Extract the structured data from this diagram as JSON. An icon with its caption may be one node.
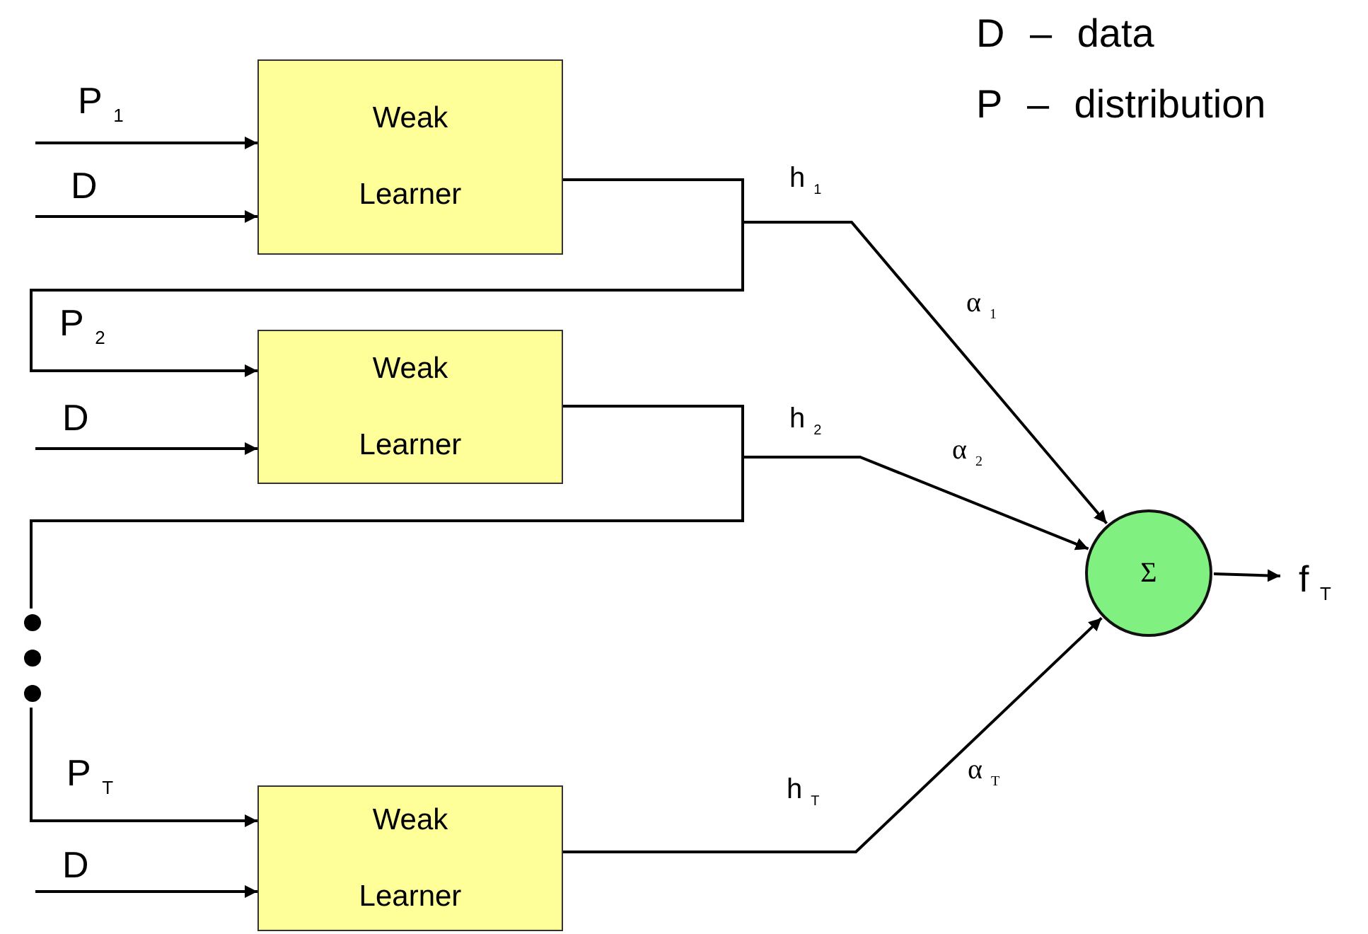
{
  "diagram": {
    "nodes": [
      {
        "text": [
          "Weak Learner"
        ]
      },
      {
        "text": [
          "Weak Learner"
        ]
      },
      {
        "text": [
          "Weak Learner"
        ]
      },
      {
        "text": [
          "Σ"
        ]
      },
      {
        "text": [],
        "shape": "ellipsis"
      }
    ],
    "edges": [
      {
        "from": null,
        "to": 0,
        "arrow": "to",
        "label": "P$_{1}$"
      },
      {
        "from": null,
        "to": 0,
        "arrow": "to",
        "label": "D"
      },
      {
        "from": 0,
        "to": 3,
        "arrow": "to",
        "label": "h$_{1}$"
      },
      {
        "from": 0,
        "to": 1,
        "arrow": "to",
        "label": "P$_{2}$"
      },
      {
        "from": null,
        "to": 1,
        "arrow": "to",
        "label": "D"
      },
      {
        "from": 1,
        "to": 3,
        "arrow": "to",
        "label": "h$_{2}$"
      },
      {
        "from": 1,
        "to": 4,
        "arrow": "none"
      },
      {
        "from": 4,
        "to": 2,
        "arrow": "to",
        "label": "P$_{T}$"
      },
      {
        "from": null,
        "to": 2,
        "arrow": "to",
        "label": "D"
      },
      {
        "from": 2,
        "to": 3,
        "arrow": "to",
        "label": "h$_{T}$"
      },
      {
        "from": 3,
        "to": null,
        "arrow": "to",
        "label": "f$_{T}$"
      }
    ],
    "labels": [
      "α$_{1}$",
      "α$_{2}$",
      "α$_{T}$"
    ],
    "legend": [
      {
        "text": "D – data"
      },
      {
        "text": "P – distribution"
      }
    ]
  }
}
